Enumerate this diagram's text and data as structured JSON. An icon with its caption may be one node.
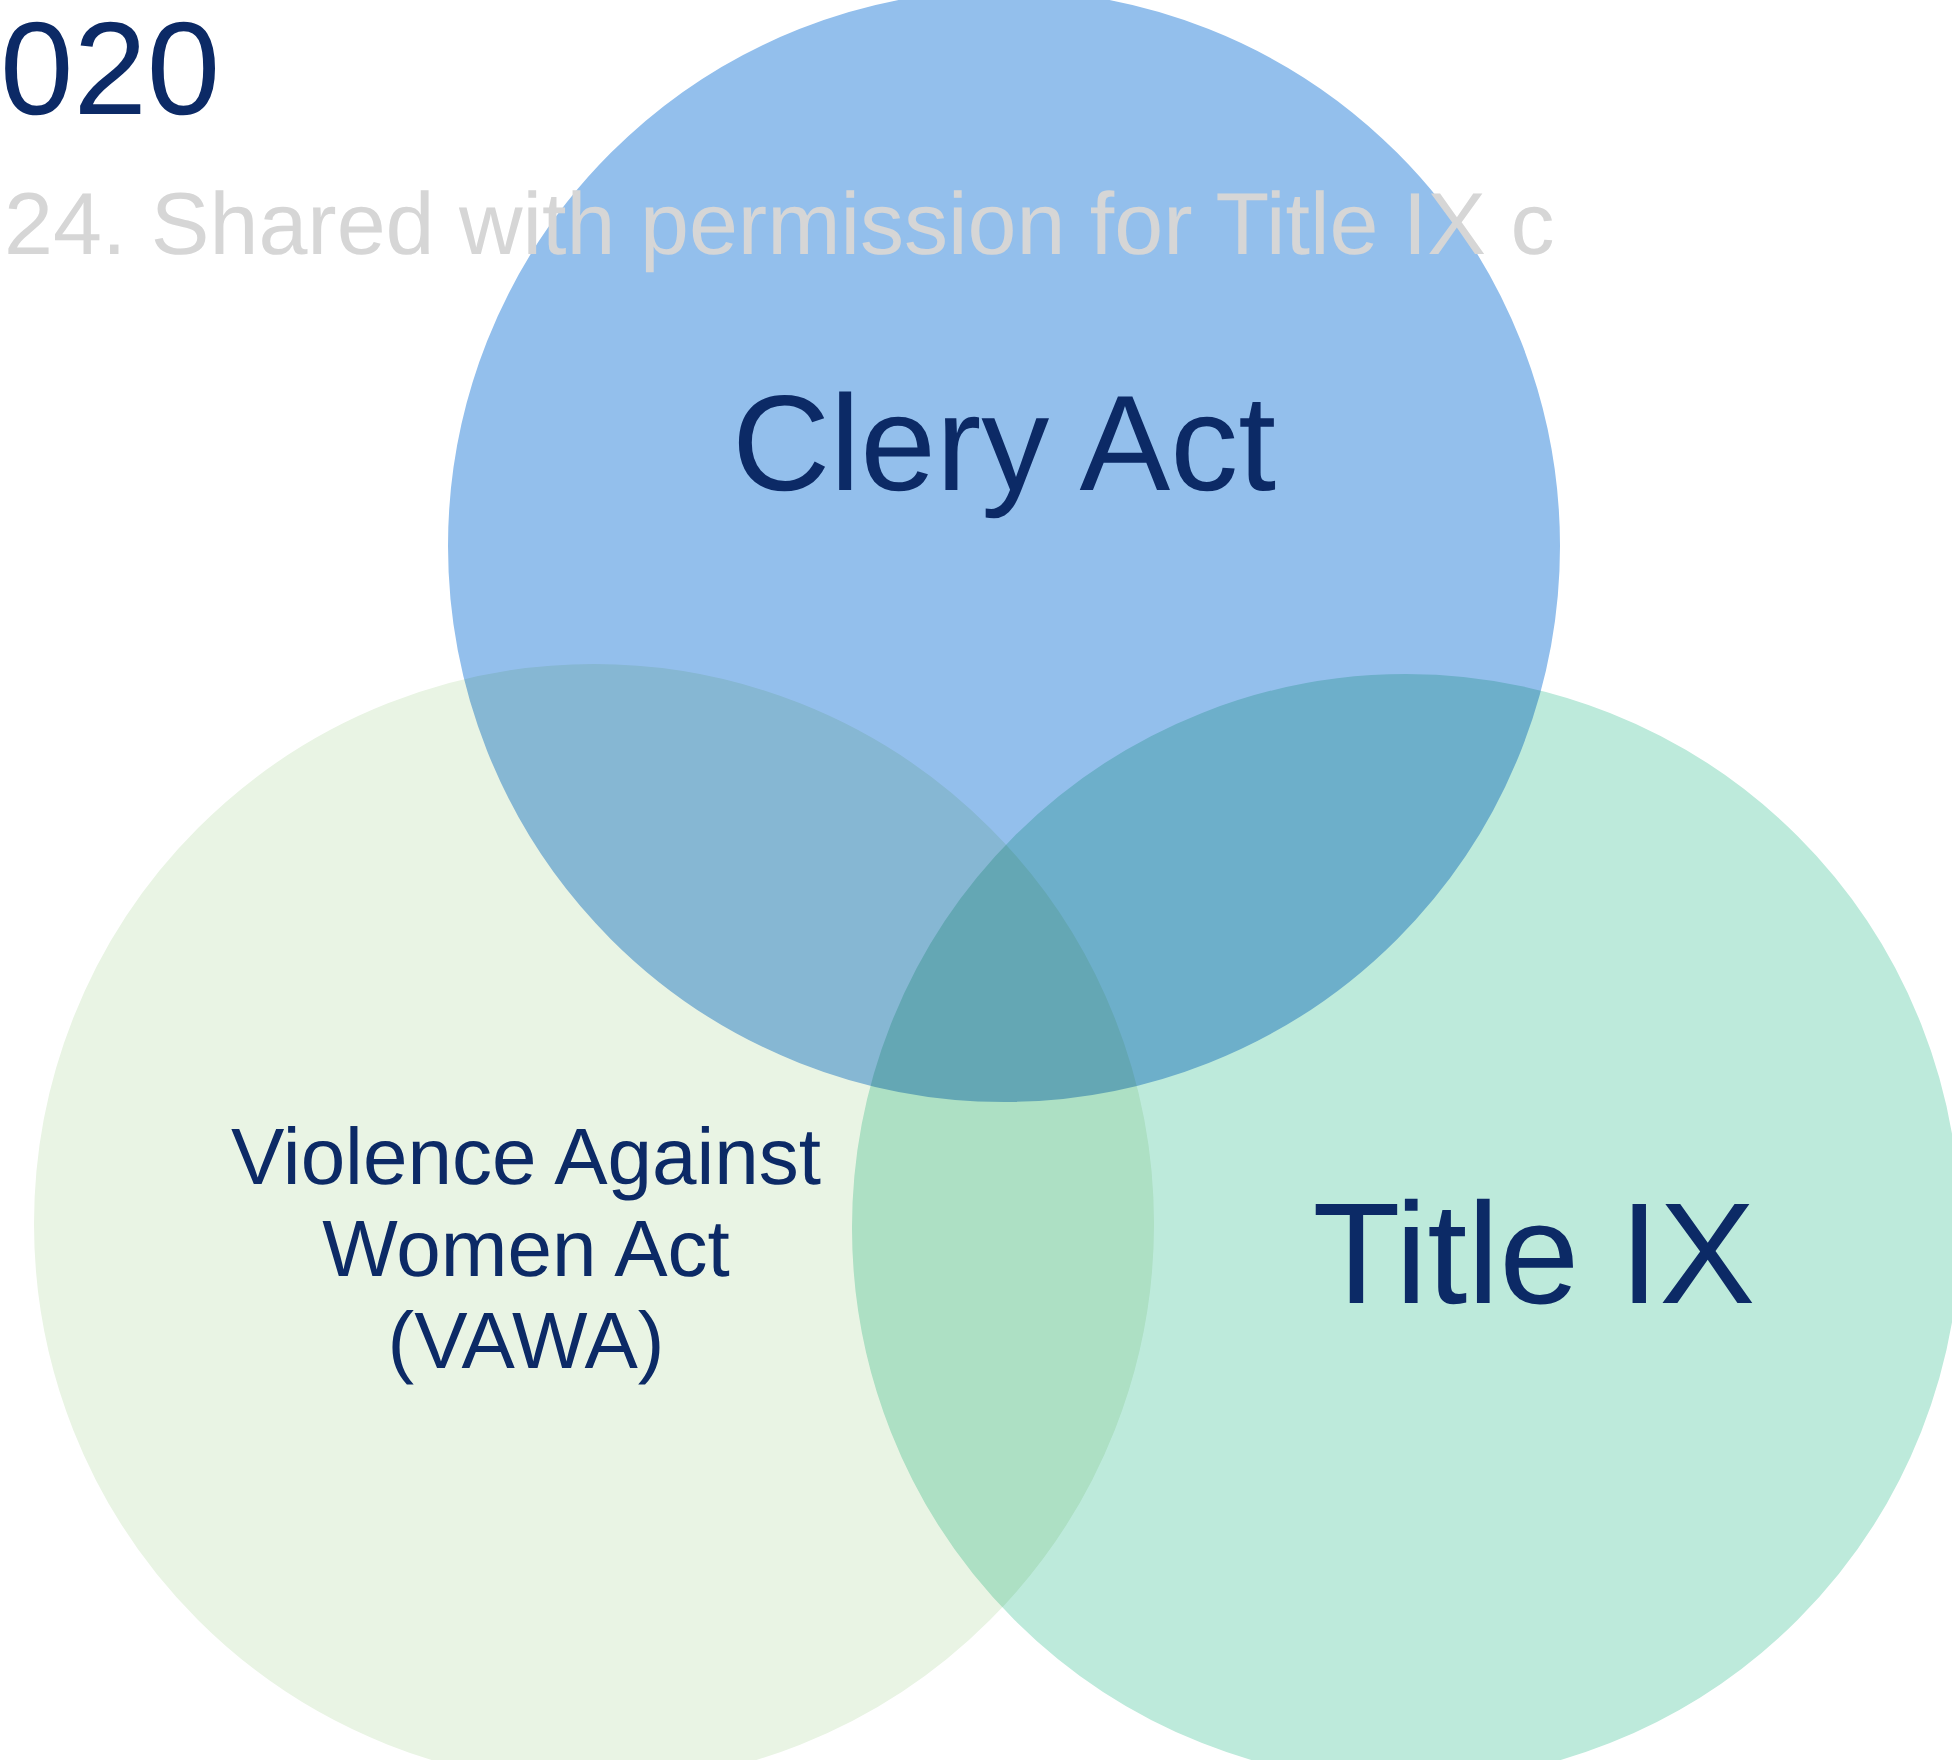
{
  "diagram": {
    "title": "020",
    "nodes": [
      {
        "text": [
          "Clery Act"
        ]
      },
      {
        "text": [
          "Violence Against Women Act (VAWA)"
        ]
      },
      {
        "text": [
          "Title IX"
        ]
      }
    ],
    "labels": [
      "24. Shared with permission for Title IX c"
    ]
  }
}
